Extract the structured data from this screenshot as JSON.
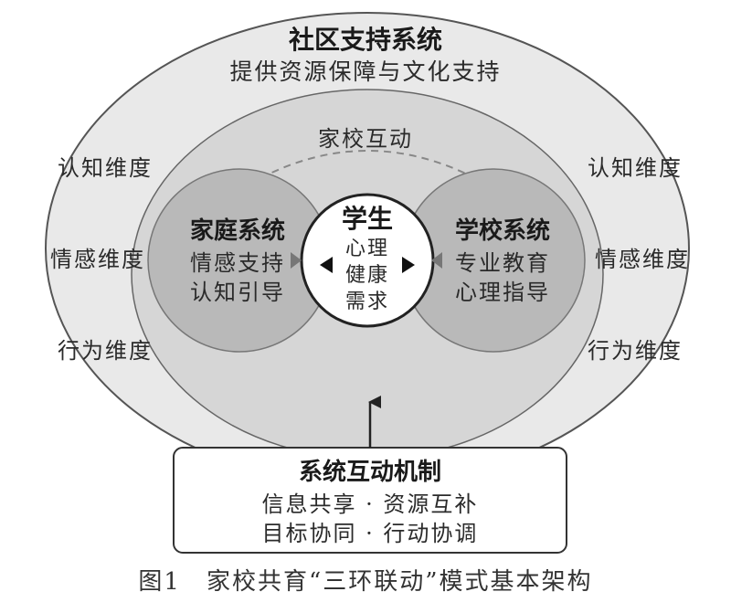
{
  "community": {
    "title": "社区支持系统",
    "subtitle": "提供资源保障与文化支持"
  },
  "interaction_label": "家校互动",
  "left_dimensions": [
    "认知维度",
    "情感维度",
    "行为维度"
  ],
  "right_dimensions": [
    "认知维度",
    "情感维度",
    "行为维度"
  ],
  "family": {
    "title": "家庭系统",
    "line1": "情感支持",
    "line2": "认知引导"
  },
  "school": {
    "title": "学校系统",
    "line1": "专业教育",
    "line2": "心理指导"
  },
  "student": {
    "title": "学生",
    "line1": "心理",
    "line2": "健康",
    "line3": "需求"
  },
  "mechanism": {
    "title": "系统互动机制",
    "line1": "信息共享 · 资源互补",
    "line2": "目标协同 · 行动协调"
  },
  "caption": "图1　家校共育“三环联动”模式基本架构",
  "colors": {
    "outer_ring": "#e9e9e9",
    "middle_ring": "#d6d6d6",
    "inner_circles": "#b9b9b9",
    "center_circle": "#ffffff",
    "stroke": "#555555"
  }
}
